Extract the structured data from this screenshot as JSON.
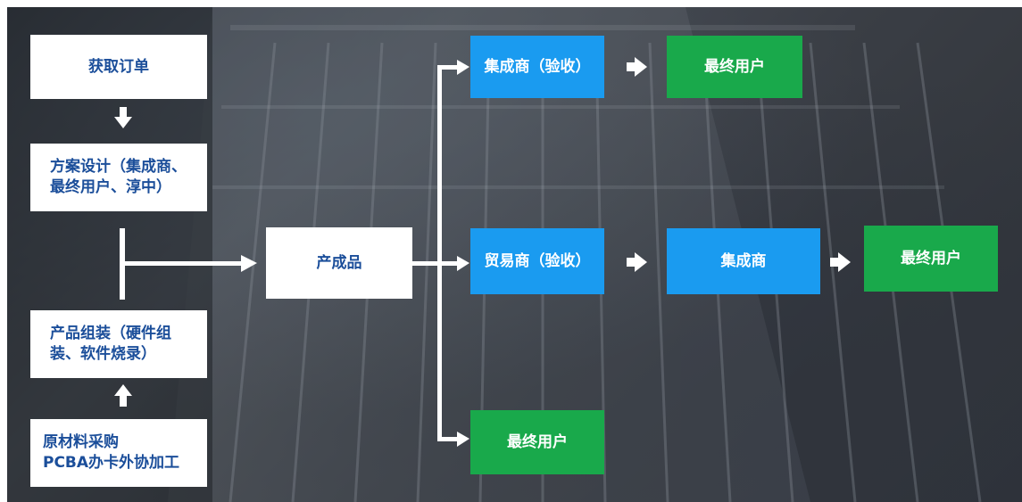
{
  "boxes": {
    "get_order": "获取订单",
    "design": "方案设计（集成商、最终用户、淳中）",
    "assembly": "产品组装（硬件组装、软件烧录）",
    "materials": "原材料采购\nPCBA办卡外协加工",
    "product": "产成品",
    "integrator_accept": "集成商（验收）",
    "end_user_top": "最终用户",
    "trader_accept": "贸易商（验收）",
    "integrator": "集成商",
    "end_user_mid": "最终用户",
    "end_user_bottom": "最终用户"
  },
  "colors": {
    "white_box": "#ffffff",
    "white_box_text": "#1b4e9a",
    "blue_box": "#1a9bf0",
    "green_box": "#19a94b",
    "connector": "#ffffff"
  },
  "icons": [
    "arrow-down-icon",
    "arrow-up-icon",
    "arrow-right-icon"
  ]
}
